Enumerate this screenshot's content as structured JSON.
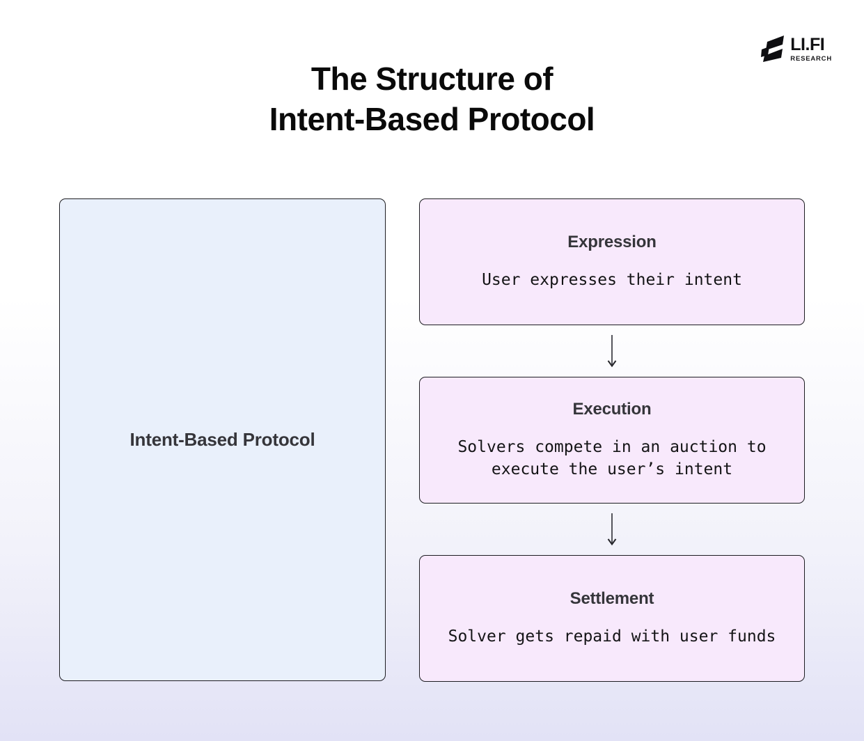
{
  "header": {
    "title_line1": "The Structure of",
    "title_line2": "Intent-Based Protocol"
  },
  "logo": {
    "brand": "LI.FI",
    "subtitle": "RESEARCH"
  },
  "diagram": {
    "protocol_box": {
      "label": "Intent-Based Protocol"
    },
    "stages": [
      {
        "title": "Expression",
        "description": "User expresses their intent"
      },
      {
        "title": "Execution",
        "description": "Solvers compete in an auction to execute the user’s intent"
      },
      {
        "title": "Settlement",
        "description": "Solver gets repaid with user funds"
      }
    ]
  },
  "icons": {
    "logo_mark": "lifi-zigzag-mark",
    "flow_arrow": "arrow-down"
  },
  "colors": {
    "background_top": "#ffffff",
    "background_bottom": "#e2e2f6",
    "protocol_box_fill": "#e9f0fb",
    "stage_box_fill": "#f8e9fc",
    "box_border": "#1d1d22",
    "heading_text": "#35353a",
    "body_text": "#141416",
    "arrow_color": "#4a4a52",
    "title_text": "#0a0a0a"
  }
}
